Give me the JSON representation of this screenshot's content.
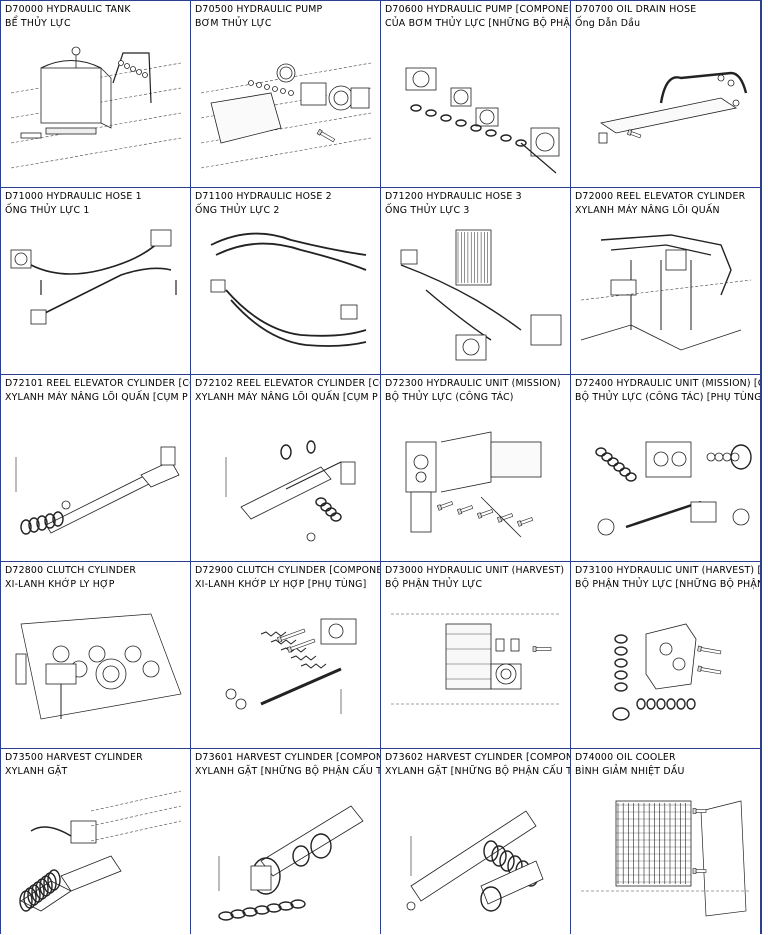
{
  "cells": [
    {
      "code": "D70000 HYDRAULIC TANK",
      "vn": "BỂ THỦY LỰC",
      "icon": "tank-drawing-icon",
      "kind": "tank"
    },
    {
      "code": "D70500 HYDRAULIC PUMP",
      "vn": "BƠM THỦY LỰC",
      "icon": "pump-drawing-icon",
      "kind": "pump"
    },
    {
      "code": "D70600 HYDRAULIC PUMP [COMPONEN",
      "vn": "CỦA BƠM THỦY LỰC [NHỮNG BỘ PHẬ",
      "icon": "pump-parts-drawing-icon",
      "kind": "pumpparts"
    },
    {
      "code": "D70700 OIL DRAIN HOSE",
      "vn": "Ống Dẫn Dầu",
      "icon": "drain-hose-drawing-icon",
      "kind": "drain"
    },
    {
      "code": "D71000 HYDRAULIC HOSE 1",
      "vn": "ỐNG THỦY LỰC 1",
      "icon": "hose-drawing-icon",
      "kind": "hose1"
    },
    {
      "code": "D71100 HYDRAULIC HOSE 2",
      "vn": "ỐNG THỦY LỰC 2",
      "icon": "hose-drawing-icon",
      "kind": "hose2"
    },
    {
      "code": "D71200 HYDRAULIC HOSE 3",
      "vn": "ỐNG THỦY LỰC 3",
      "icon": "hose-drawing-icon",
      "kind": "hose3"
    },
    {
      "code": "D72000 REEL ELEVATOR CYLINDER",
      "vn": "XYLANH MÁY NÂNG LÕI QUẤN",
      "icon": "cylinder-drawing-icon",
      "kind": "reel"
    },
    {
      "code": "D72101 REEL ELEVATOR CYLINDER [CO",
      "vn": "XYLANH MÁY NÂNG LÕI QUẤN [CỤM P",
      "icon": "cylinder-parts-drawing-icon",
      "kind": "rod"
    },
    {
      "code": "D72102 REEL ELEVATOR CYLINDER [CO",
      "vn": "XYLANH MÁY NÂNG LÕI QUẤN [CỤM P",
      "icon": "cylinder-parts-drawing-icon",
      "kind": "rod2"
    },
    {
      "code": "D72300 HYDRAULIC UNIT (MISSION)",
      "vn": "BỘ THỦY LỰC (CÔNG TÁC)",
      "icon": "valve-unit-drawing-icon",
      "kind": "unit"
    },
    {
      "code": "D72400 HYDRAULIC UNIT (MISSION) [CO",
      "vn": "BỘ THỦY LỰC (CÔNG TÁC) [PHỤ TÙNG",
      "icon": "valve-parts-drawing-icon",
      "kind": "unitparts"
    },
    {
      "code": "D72800 CLUTCH CYLINDER",
      "vn": "XI-LANH KHỚP LY HỢP",
      "icon": "clutch-drawing-icon",
      "kind": "clutch"
    },
    {
      "code": "D72900 CLUTCH CYLINDER [COMPONEN",
      "vn": "XI-LANH KHỚP LY HỢP [PHỤ TÙNG]",
      "icon": "clutch-parts-drawing-icon",
      "kind": "clutchparts"
    },
    {
      "code": "D73000 HYDRAULIC UNIT (HARVEST)",
      "vn": "BỘ PHẬN THỦY LỰC",
      "icon": "harvest-unit-drawing-icon",
      "kind": "harvest"
    },
    {
      "code": "D73100 HYDRAULIC UNIT (HARVEST) [C",
      "vn": "BỘ PHẬN THỦY LỰC [NHỮNG BỘ PHẬN",
      "icon": "harvest-parts-drawing-icon",
      "kind": "harvestparts"
    },
    {
      "code": "D73500 HARVEST CYLINDER",
      "vn": "XYLANH GẶT",
      "icon": "harvest-cylinder-drawing-icon",
      "kind": "hcyl"
    },
    {
      "code": "D73601 HARVEST CYLINDER [COMPONE",
      "vn": "XYLANH GẶT [NHỮNG BỘ PHẬN CẤU T",
      "icon": "tube-parts-drawing-icon",
      "kind": "tube1"
    },
    {
      "code": "D73602 HARVEST CYLINDER [COMPONE",
      "vn": "XYLANH GẶT [NHỮNG BỘ PHẬN CẤU T",
      "icon": "tube-parts-drawing-icon",
      "kind": "tube2"
    },
    {
      "code": "D74000 OIL COOLER",
      "vn": "BÌNH GIẢM NHIỆT DẦU",
      "icon": "oil-cooler-drawing-icon",
      "kind": "cooler"
    }
  ]
}
